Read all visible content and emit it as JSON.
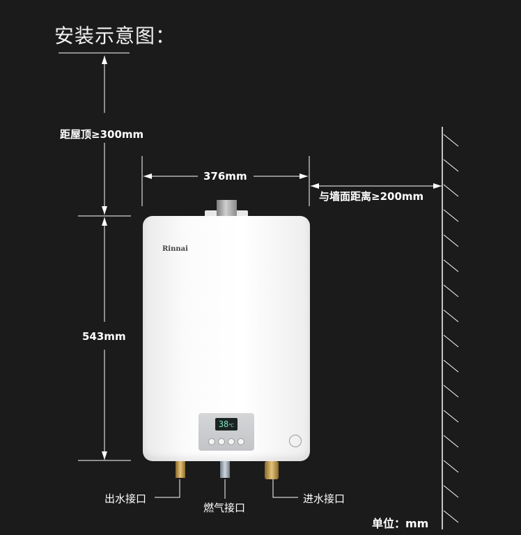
{
  "title": "安装示意图：",
  "dimensions": {
    "top_clearance": "距屋顶≥300mm",
    "width": "376mm",
    "wall_clearance": "与墙面距离≥200mm",
    "height": "543mm"
  },
  "connections": {
    "water_out": "出水接口",
    "gas": "燃气接口",
    "water_in": "进水接口"
  },
  "unit": "单位：mm",
  "device": {
    "brand": "Rinnai",
    "display_temp": "38",
    "display_unit": "℃"
  },
  "colors": {
    "background": "#1c1b1b",
    "lines": "#ffffff",
    "heater_body": "#ffffff",
    "display_digits": "#7be4c0"
  }
}
